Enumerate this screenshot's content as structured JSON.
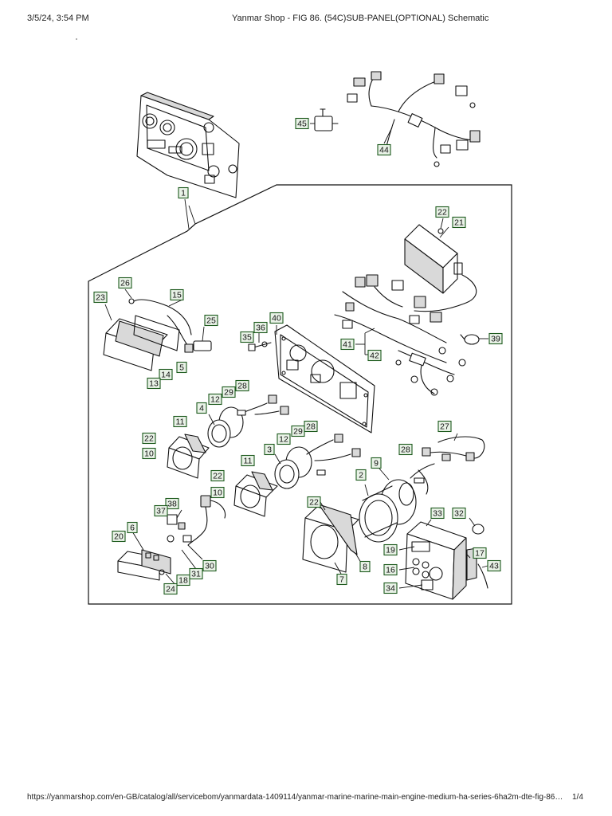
{
  "header": {
    "datetime": "3/5/24, 3:54 PM",
    "title": "Yanmar Shop - FIG 86. (54C)SUB-PANEL(OPTIONAL) Schematic"
  },
  "footer": {
    "url": "https://yanmarshop.com/en-GB/catalog/all/servicebom/yanmardata-1409114/yanmar-marine-marine-main-engine-medium-ha-series-6ha2m-dte-fig-86…",
    "page": "1/4"
  },
  "diagram": {
    "callouts": [
      "1",
      "45",
      "44",
      "22",
      "21",
      "26",
      "15",
      "23",
      "25",
      "40",
      "36",
      "35",
      "39",
      "41",
      "42",
      "14",
      "5",
      "13",
      "28",
      "29",
      "12",
      "4",
      "11",
      "22",
      "10",
      "27",
      "28",
      "29",
      "12",
      "3",
      "9",
      "28",
      "2",
      "11",
      "22",
      "10",
      "38",
      "37",
      "6",
      "20",
      "18",
      "31",
      "30",
      "24",
      "22",
      "8",
      "7",
      "33",
      "32",
      "19",
      "17",
      "16",
      "43",
      "34"
    ]
  }
}
